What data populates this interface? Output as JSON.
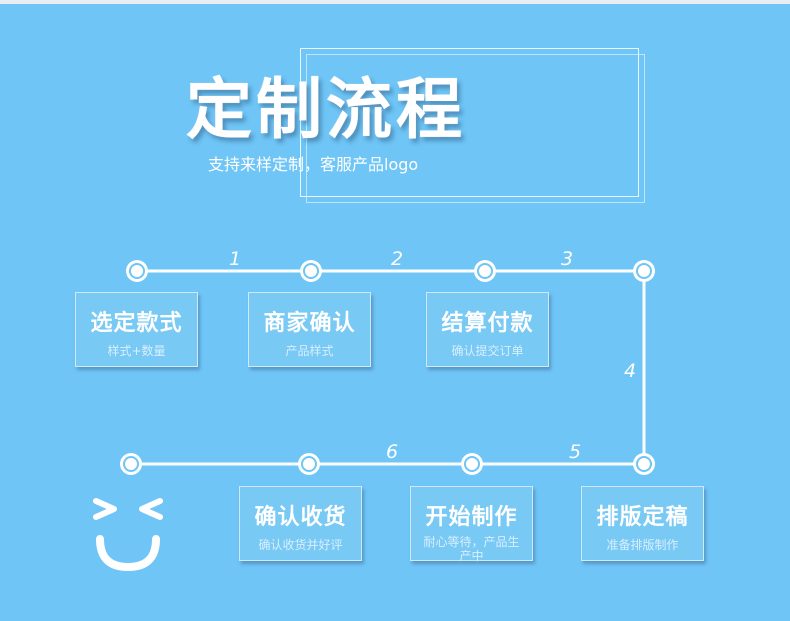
{
  "header": {
    "title": "定制流程",
    "subtitle": "支持来样定制，客服产品logo"
  },
  "steps": {
    "numbers": [
      "1",
      "2",
      "3",
      "4",
      "5",
      "6"
    ]
  },
  "boxes": [
    {
      "title": "选定款式",
      "subtitle": "样式+数量"
    },
    {
      "title": "商家确认",
      "subtitle": "产品样式"
    },
    {
      "title": "结算付款",
      "subtitle": "确认提交订单"
    },
    {
      "title": "排版定稿",
      "subtitle": "准备排版制作"
    },
    {
      "title": "开始制作",
      "subtitle": "耐心等待，产品生产中"
    },
    {
      "title": "确认收货",
      "subtitle": "确认收货并好评"
    }
  ],
  "colors": {
    "background": "#6ec5f6",
    "line": "#ffffff",
    "box_fill": "#78c9f4"
  },
  "icons": [
    "node-circle-icon",
    "smiley-icon"
  ]
}
